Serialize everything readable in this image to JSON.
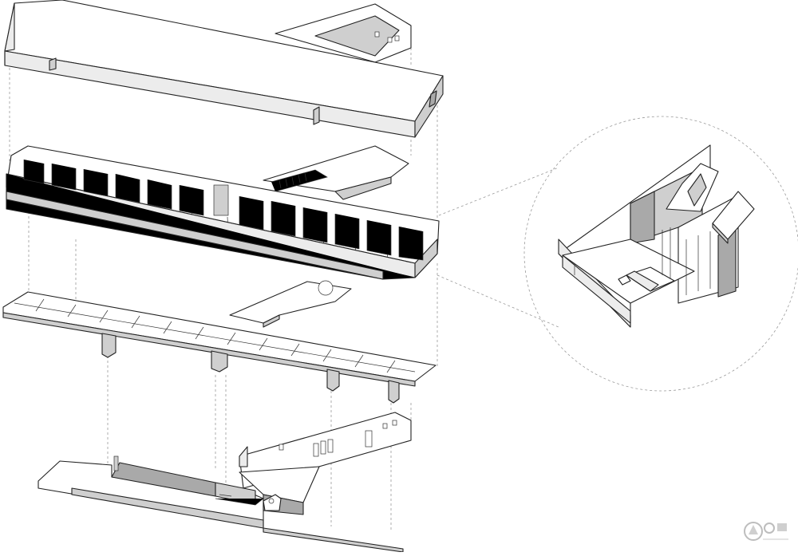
{
  "diagram": {
    "kind": "exploded axonometric building drawing",
    "layers": [
      {
        "name": "roof"
      },
      {
        "name": "upper-floor-rooms"
      },
      {
        "name": "floor-slab-structure"
      },
      {
        "name": "ground-walls"
      }
    ],
    "detail": {
      "name": "room-detail-callout"
    },
    "colors": {
      "line": "#222222",
      "light": "#ececec",
      "mid": "#cfcfcf",
      "dark": "#a9a9a9",
      "dash": "#9a9a9a"
    }
  },
  "watermark": {
    "logo_icon": "website-watermark-logo"
  }
}
